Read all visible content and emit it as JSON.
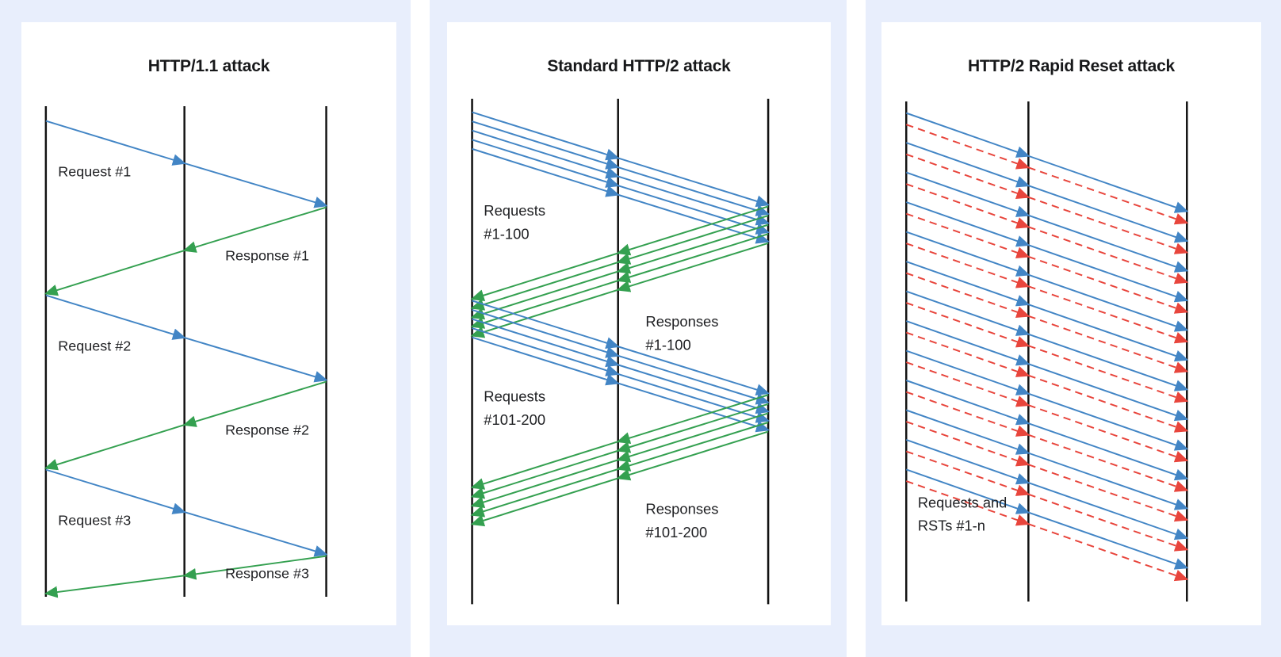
{
  "page": {
    "background_color": "#e8eefc",
    "card_color": "#ffffff"
  },
  "colors": {
    "request_blue": "#4285c5",
    "response_green": "#34a050",
    "reset_red": "#e8453c",
    "lifeline_black": "#121212",
    "title_text": "#17181a",
    "label_text": "#1f2023"
  },
  "panels": [
    {
      "id": "http11",
      "title": "HTTP/1.1 attack",
      "labels": [
        {
          "text": "Request #1"
        },
        {
          "text": "Response #1"
        },
        {
          "text": "Request #2"
        },
        {
          "text": "Response #2"
        },
        {
          "text": "Request #3"
        },
        {
          "text": "Response #3"
        }
      ],
      "lifelines": 3,
      "message_count": 6
    },
    {
      "id": "http2-standard",
      "title": "Standard HTTP/2 attack",
      "labels": [
        {
          "text": "Requests",
          "text2": "#1-100"
        },
        {
          "text": "Responses",
          "text2": "#1-100"
        },
        {
          "text": "Requests",
          "text2": "#101-200"
        },
        {
          "text": "Responses",
          "text2": "#101-200"
        }
      ],
      "lifelines": 3,
      "batch_size": 5
    },
    {
      "id": "http2-rapid-reset",
      "title": "HTTP/2 Rapid Reset attack",
      "labels": [
        {
          "text": "Requests and",
          "text2": "RSTs #1-n"
        }
      ],
      "lifelines": 3,
      "stream_count": 13
    }
  ]
}
